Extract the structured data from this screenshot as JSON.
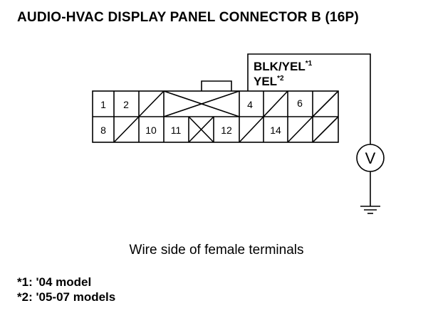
{
  "title": "AUDIO-HVAC DISPLAY PANEL CONNECTOR B (16P)",
  "wire_labels": [
    {
      "text": "BLK/YEL",
      "sup": "*1"
    },
    {
      "text": "YEL",
      "sup": "*2"
    }
  ],
  "terminals": [
    "1",
    "2",
    "4",
    "6",
    "8",
    "10",
    "11",
    "12",
    "14"
  ],
  "meter_symbol": "V",
  "caption": "Wire side of female terminals",
  "notes": [
    "*1: '04 model",
    "*2: '05-07 models"
  ]
}
